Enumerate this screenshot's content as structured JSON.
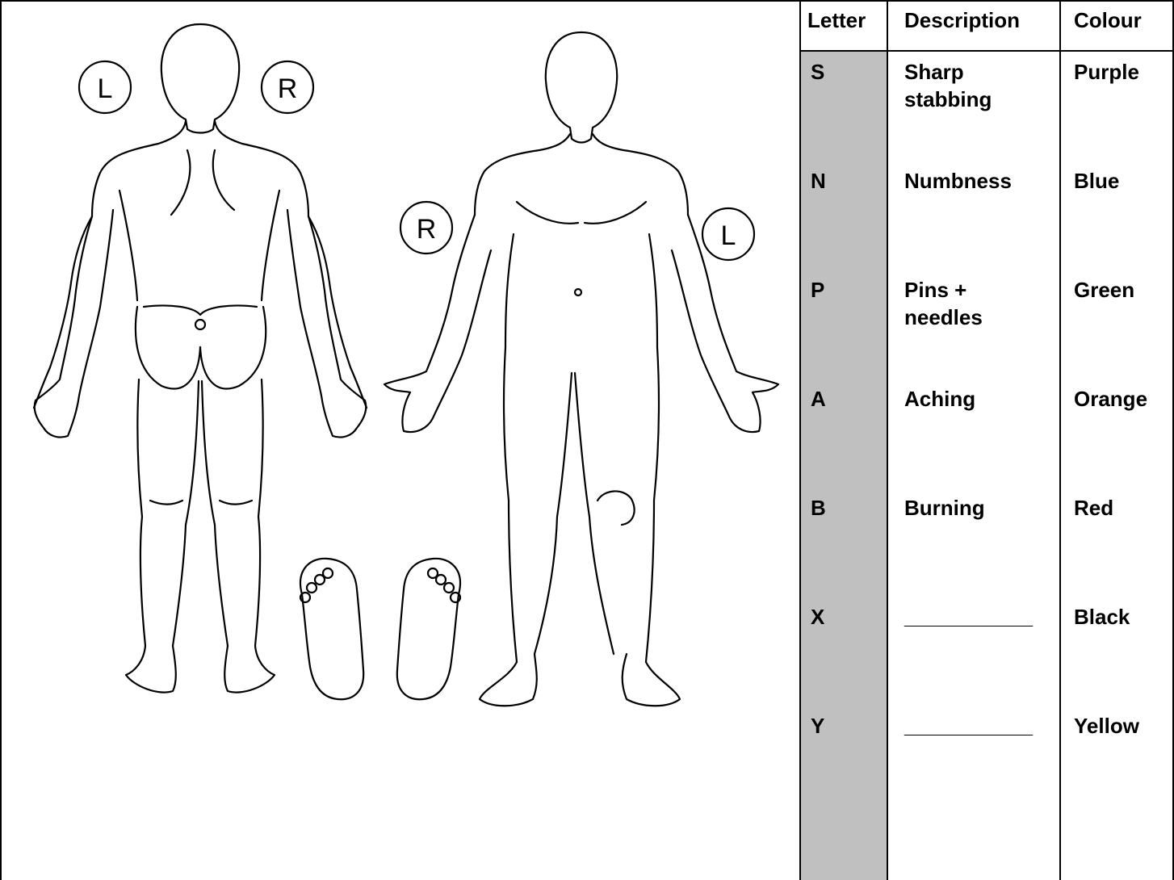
{
  "figure": {
    "back_left_marker": "L",
    "back_right_marker": "R",
    "front_right_marker": "R",
    "front_left_marker": "L"
  },
  "legend": {
    "headers": {
      "letter": "Letter",
      "description": "Description",
      "colour": "Colour"
    },
    "rows": [
      {
        "letter": "S",
        "description": "Sharp\nstabbing",
        "colour": "Purple"
      },
      {
        "letter": "N",
        "description": "Numbness",
        "colour": "Blue"
      },
      {
        "letter": "P",
        "description": "Pins +\nneedles",
        "colour": "Green"
      },
      {
        "letter": "A",
        "description": "Aching",
        "colour": "Orange"
      },
      {
        "letter": "B",
        "description": "Burning",
        "colour": "Red"
      },
      {
        "letter": "X",
        "description": "___________",
        "colour": "Black"
      },
      {
        "letter": "Y",
        "description": "___________",
        "colour": "Yellow"
      }
    ],
    "letter_column_shade": "#c0c0c0"
  }
}
